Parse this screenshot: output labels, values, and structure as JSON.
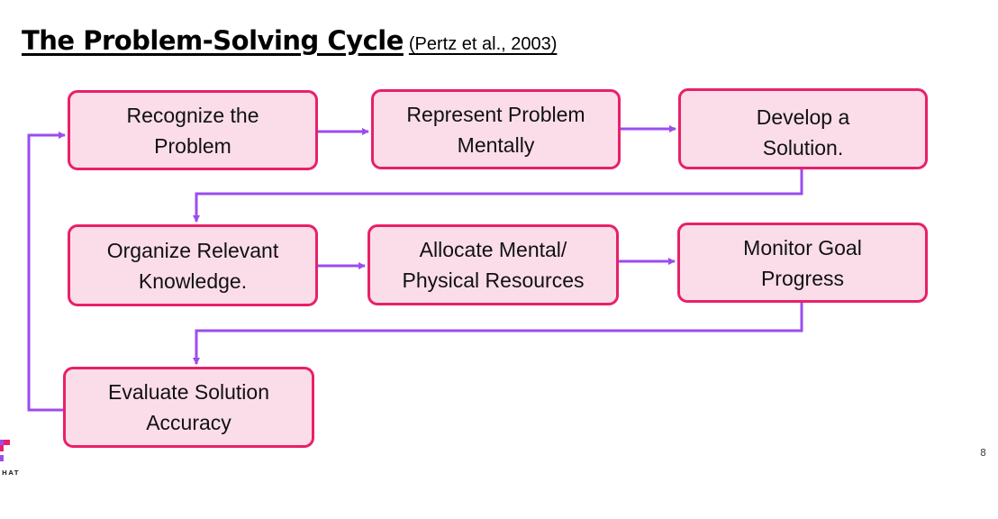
{
  "title": {
    "main": "The Problem-Solving Cycle",
    "citation": "(Pertz et al., 2003)"
  },
  "steps": [
    {
      "line1": "Recognize the",
      "line2": "Problem"
    },
    {
      "line1": "Represent Problem",
      "line2": "Mentally"
    },
    {
      "line1": "Develop a",
      "line2": "Solution."
    },
    {
      "line1": "Organize Relevant",
      "line2": "Knowledge."
    },
    {
      "line1": "Allocate Mental/",
      "line2": "Physical Resources"
    },
    {
      "line1": "Monitor Goal",
      "line2": "Progress"
    },
    {
      "line1": "Evaluate Solution",
      "line2": "Accuracy"
    }
  ],
  "colors": {
    "box_fill": "#fbdde9",
    "box_border": "#e8206a",
    "arrow": "#9b4cf0"
  },
  "page_number": "8",
  "logo_text": "HAT"
}
